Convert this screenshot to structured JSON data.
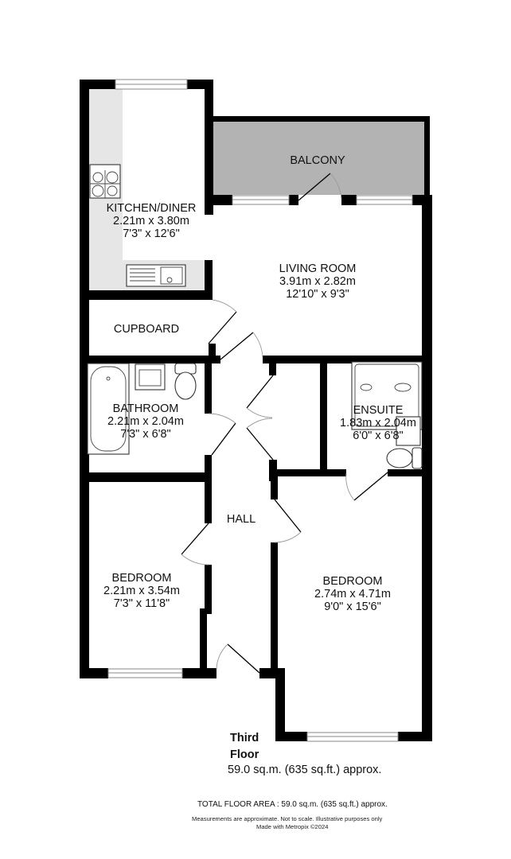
{
  "floorplan": {
    "rooms": [
      {
        "id": "kitchen",
        "name": "KITCHEN/DINER",
        "metric": "2.21m  x 3.80m",
        "imperial": "7'3\"  x 12'6\""
      },
      {
        "id": "balcony",
        "name": "BALCONY"
      },
      {
        "id": "living",
        "name": "LIVING ROOM",
        "metric": "3.91m  x 2.82m",
        "imperial": "12'10\"  x 9'3\""
      },
      {
        "id": "cupboard",
        "name": "CUPBOARD"
      },
      {
        "id": "bathroom",
        "name": "BATHROOM",
        "metric": "2.21m  x 2.04m",
        "imperial": "7'3\"  x 6'8\""
      },
      {
        "id": "ensuite",
        "name": "ENSUITE",
        "metric": "1.83m  x 2.04m",
        "imperial": "6'0\"  x 6'8\""
      },
      {
        "id": "hall",
        "name": "HALL"
      },
      {
        "id": "bedroom1",
        "name": "BEDROOM",
        "metric": "2.21m  x 3.54m",
        "imperial": "7'3\"  x 11'8\""
      },
      {
        "id": "bedroom2",
        "name": "BEDROOM",
        "metric": "2.74m  x 4.71m",
        "imperial": "9'0\"  x 15'6\""
      }
    ],
    "floor": {
      "title_line1": "Third",
      "title_line2": "Floor",
      "area": "59.0 sq.m. (635 sq.ft.) approx."
    },
    "footer": {
      "total": "TOTAL FLOOR AREA : 59.0 sq.m. (635 sq.ft.) approx.",
      "disclaimer": "Measurements are approximate.  Not to scale.  Illustrative purposes only",
      "made_with": "Made with Metropix ©2024"
    },
    "colors": {
      "wall": "#000000",
      "balcony_fill": "#b3b3b3",
      "worktop_fill": "#e6e6e6"
    }
  }
}
